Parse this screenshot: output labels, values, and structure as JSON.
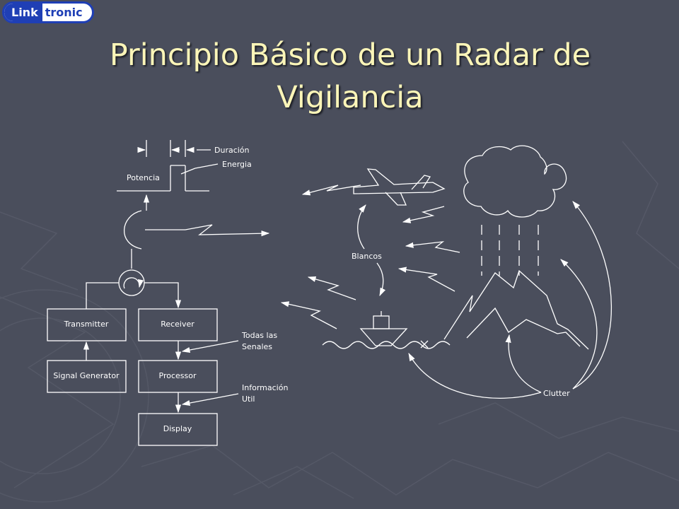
{
  "logo": {
    "link": "Link",
    "tronic": "tronic"
  },
  "title": {
    "line1": "Principio Básico de un Radar de",
    "line2": "Vigilancia"
  },
  "diagram": {
    "blocks": {
      "transmitter": "Transmitter",
      "receiver": "Receiver",
      "signal_generator": "Signal Generator",
      "processor": "Processor",
      "display": "Display"
    },
    "labels": {
      "potencia": "Potencia",
      "duracion": "Duración",
      "energia": "Energia",
      "blancos": "Blancos",
      "todas_line1": "Todas las",
      "todas_line2": "Senales",
      "info_line1": "Información",
      "info_line2": "Util",
      "clutter": "Clutter"
    }
  },
  "colors": {
    "background": "#4a4e5c",
    "title": "#fbf5b8",
    "line": "#ffffff",
    "logo_blue": "#1f3fb5"
  }
}
